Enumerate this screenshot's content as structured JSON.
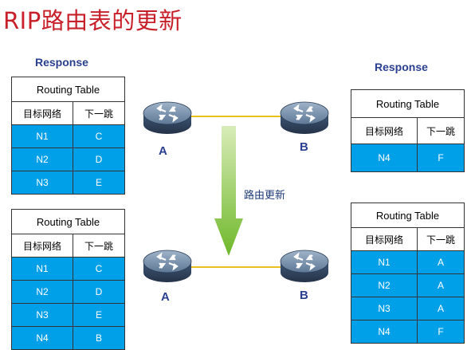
{
  "title": "RIP路由表的更新",
  "response_label": "Response",
  "update_label": "路由更新",
  "routers": {
    "a": "A",
    "b": "B"
  },
  "table_title": "Routing Table",
  "col_dest": "目标网络",
  "col_next": "下一跳",
  "tables": {
    "a_before": [
      [
        "N1",
        "C"
      ],
      [
        "N2",
        "D"
      ],
      [
        "N3",
        "E"
      ]
    ],
    "b_before": [
      [
        "N4",
        "F"
      ]
    ],
    "a_after": [
      [
        "N1",
        "C"
      ],
      [
        "N2",
        "D"
      ],
      [
        "N3",
        "E"
      ],
      [
        "N4",
        "B"
      ]
    ],
    "b_after": [
      [
        "N1",
        "A"
      ],
      [
        "N2",
        "A"
      ],
      [
        "N3",
        "A"
      ],
      [
        "N4",
        "F"
      ]
    ]
  },
  "colors": {
    "title": "#c8202a",
    "row_fill": "#00a0e9",
    "link": "#e8c020",
    "arrow": "#7fc32a",
    "label": "#2a3f8f"
  }
}
